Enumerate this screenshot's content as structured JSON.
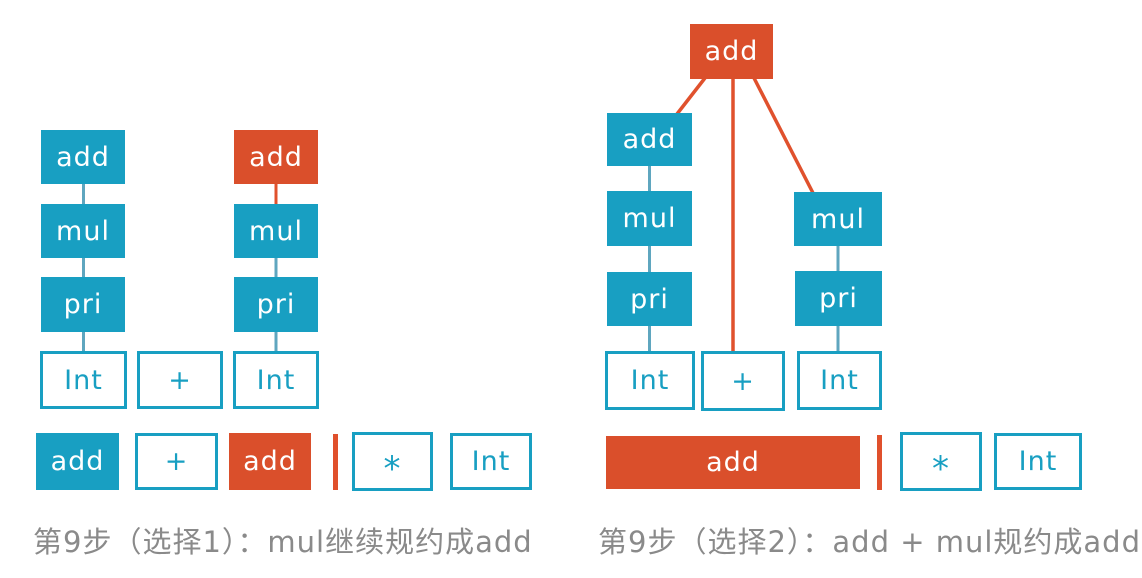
{
  "colors": {
    "teal_fill": "#189FC2",
    "orange_fill": "#DA4F2B",
    "outline_border": "#189FC2",
    "edge_blue": "#5FA6BF",
    "edge_orange": "#E0512D",
    "caption_gray": "#8A8A8A"
  },
  "left": {
    "tree1": [
      "add",
      "mul",
      "pri",
      "Int"
    ],
    "plus_token": "+",
    "tree2": [
      "add",
      "mul",
      "pri",
      "Int"
    ],
    "stack": [
      "add",
      "+",
      "add"
    ],
    "lookahead": [
      "*",
      "Int"
    ],
    "caption": "第9步（选择1）：mul继续规约成add"
  },
  "right": {
    "root": "add",
    "left_branch": [
      "add",
      "mul",
      "pri",
      "Int"
    ],
    "plus_token": "+",
    "right_branch": [
      "mul",
      "pri",
      "Int"
    ],
    "stack": [
      "add"
    ],
    "lookahead": [
      "*",
      "Int"
    ],
    "caption": "第9步（选择2）：add + mul规约成add"
  }
}
